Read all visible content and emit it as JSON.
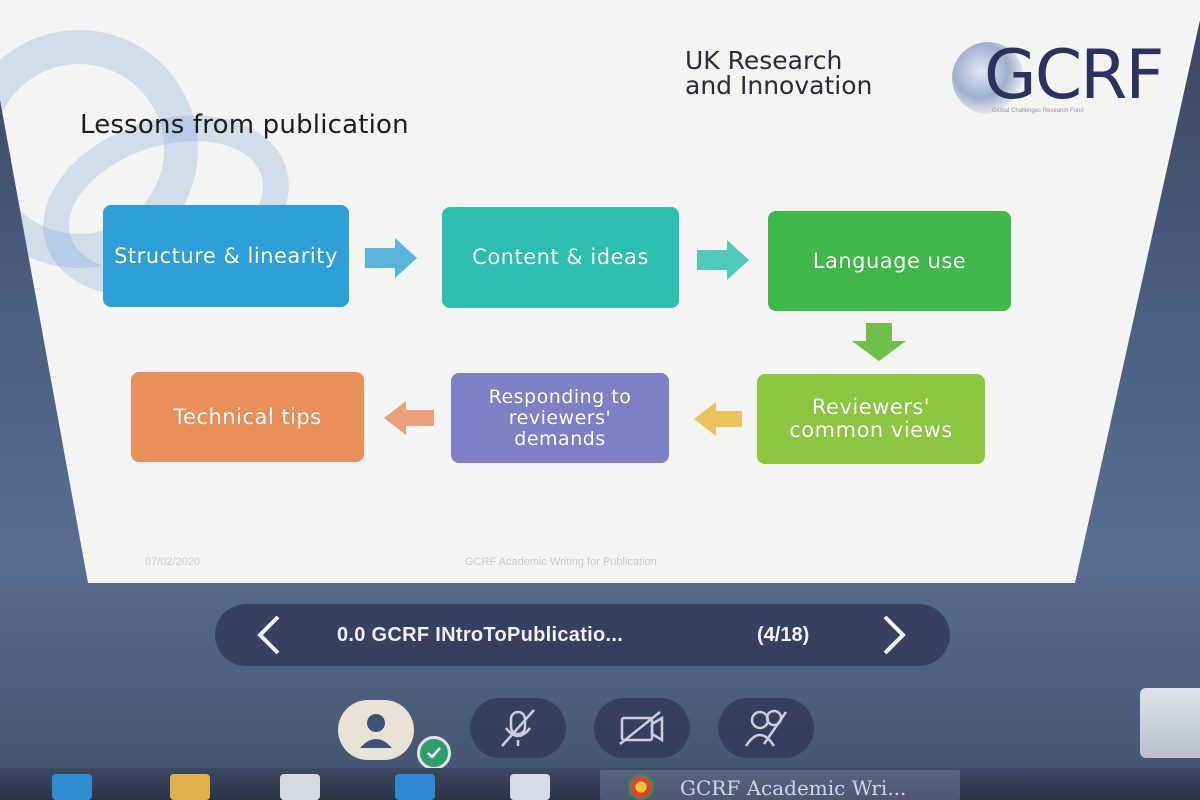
{
  "slide": {
    "title": "Lessons from publication",
    "logo_ukri_line1": "UK Research",
    "logo_ukri_line2": "and Innovation",
    "logo_gcrf": "GCRF",
    "logo_gcrf_sub": "Global Challenges Research Fund",
    "footer_date": "07/02/2020",
    "footer_center": "GCRF Academic Writing for Publication",
    "steps": [
      {
        "label": "Structure & linearity",
        "color": "#2e9fd6"
      },
      {
        "label": "Content & ideas",
        "color": "#2cbfae"
      },
      {
        "label": "Language use",
        "color": "#3fb84a"
      },
      {
        "label": "Reviewers' common views",
        "color": "#8cc63f"
      },
      {
        "label": "Responding to reviewers' demands",
        "color": "#7f7fc6"
      },
      {
        "label": "Technical tips",
        "color": "#e98f5a"
      }
    ]
  },
  "presentation_nav": {
    "prev_icon": "chevron-left-icon",
    "document_name": "0.0 GCRF INtroToPublicatio...",
    "page_indicator": "(4/18)",
    "next_icon": "chevron-right-icon"
  },
  "controls": {
    "avatar_icon": "person-icon",
    "status_icon": "check-icon",
    "mic_icon": "microphone-muted-icon",
    "camera_icon": "camera-off-icon",
    "share_icon": "people-share-icon"
  },
  "taskbar": {
    "active_window_label": "GCRF Academic Wri..."
  }
}
